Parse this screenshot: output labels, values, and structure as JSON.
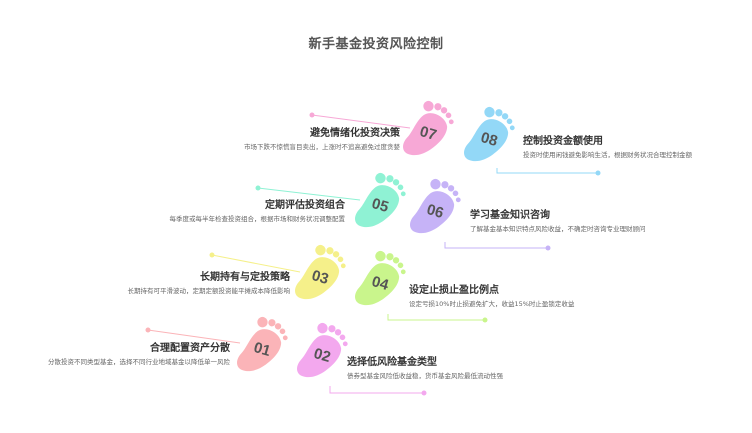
{
  "title": "新手基金投资风险控制",
  "steps": [
    {
      "num": "01",
      "heading": "合理配置资产分散",
      "desc": "分散投资不同类型基金，选择不同行业地域基金以降低单一风险",
      "color": "#fbb4b8"
    },
    {
      "num": "02",
      "heading": "选择低风险基金类型",
      "desc": "债券型基金风险低收益稳，货币基金风险最低流动性强",
      "color": "#f3a8ee"
    },
    {
      "num": "03",
      "heading": "长期持有与定投策略",
      "desc": "长期持有可平滑波动，定期定额投资能平摊成本降低影响",
      "color": "#f5f08a"
    },
    {
      "num": "04",
      "heading": "设定止损止盈比例点",
      "desc": "设定亏损10%时止损避免扩大，收益15%时止盈锁定收益",
      "color": "#c9f58c"
    },
    {
      "num": "05",
      "heading": "定期评估投资组合",
      "desc": "每季度或每半年检查投资组合，根据市场和财务状况调整配置",
      "color": "#8ff2d4"
    },
    {
      "num": "06",
      "heading": "学习基金知识咨询",
      "desc": "了解基金基本知识特点风险收益，不确定时咨询专业理财顾问",
      "color": "#c6b3f7"
    },
    {
      "num": "07",
      "heading": "避免情绪化投资决策",
      "desc": "市场下跌不惊慌盲目卖出，上涨时不追高避免过度贪婪",
      "color": "#f7a8d6"
    },
    {
      "num": "08",
      "heading": "控制投资金额使用",
      "desc": "投资时使用闲钱避免影响生活，根据财务状况合理控制金额",
      "color": "#93d8f7"
    }
  ]
}
